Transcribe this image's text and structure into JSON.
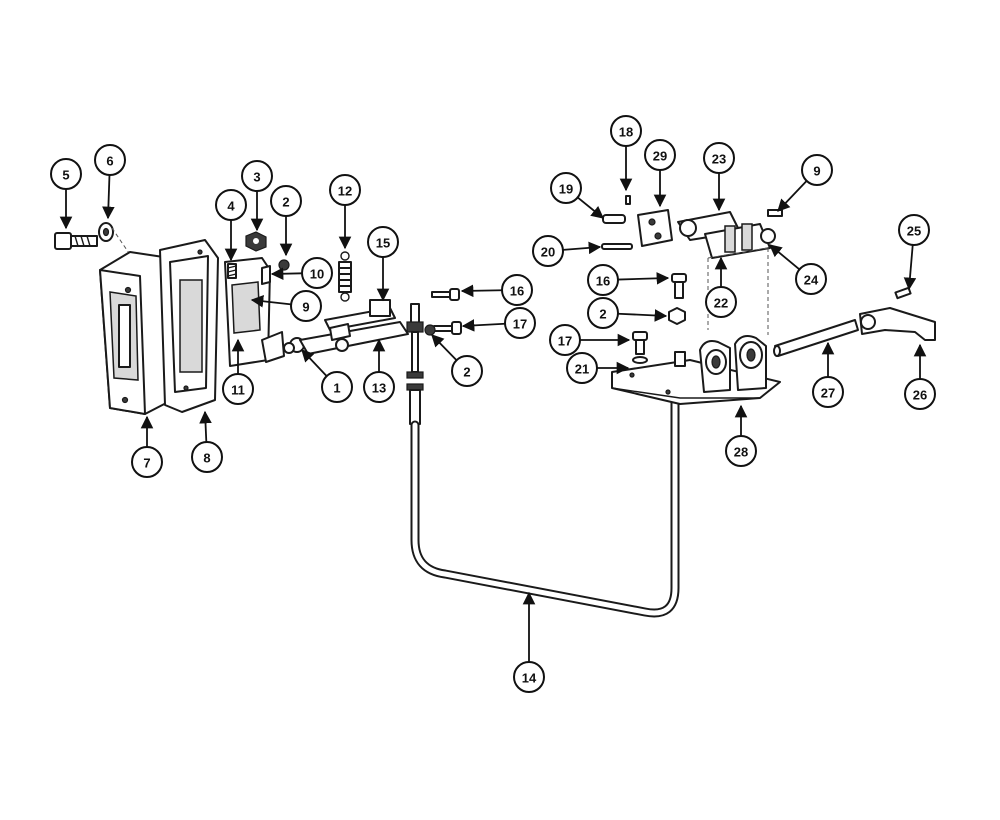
{
  "callouts": [
    {
      "label": "5"
    },
    {
      "label": "6"
    },
    {
      "label": "3"
    },
    {
      "label": "4"
    },
    {
      "label": "2"
    },
    {
      "label": "10"
    },
    {
      "label": "9"
    },
    {
      "label": "11"
    },
    {
      "label": "12"
    },
    {
      "label": "15"
    },
    {
      "label": "1"
    },
    {
      "label": "13"
    },
    {
      "label": "16"
    },
    {
      "label": "17"
    },
    {
      "label": "2"
    },
    {
      "label": "7"
    },
    {
      "label": "8"
    },
    {
      "label": "14"
    },
    {
      "label": "18"
    },
    {
      "label": "29"
    },
    {
      "label": "23"
    },
    {
      "label": "9"
    },
    {
      "label": "19"
    },
    {
      "label": "20"
    },
    {
      "label": "24"
    },
    {
      "label": "16"
    },
    {
      "label": "22"
    },
    {
      "label": "2"
    },
    {
      "label": "17"
    },
    {
      "label": "21"
    },
    {
      "label": "25"
    },
    {
      "label": "27"
    },
    {
      "label": "26"
    },
    {
      "label": "28"
    }
  ]
}
